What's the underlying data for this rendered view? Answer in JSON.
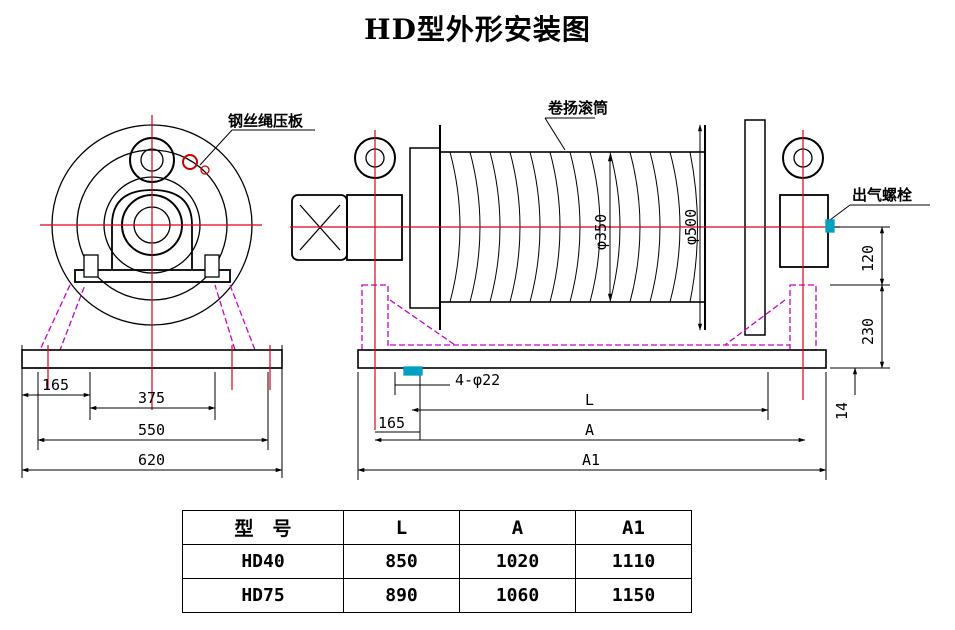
{
  "title": "HD型外形安装图",
  "labels": {
    "rope_plate": "钢丝绳压板",
    "drum": "卷扬滚筒",
    "vent_plug": "出气螺栓"
  },
  "dims": {
    "d165_left": "165",
    "d375": "375",
    "d550": "550",
    "d620": "620",
    "holes": "4-φ22",
    "L": "L",
    "A": "A",
    "A1": "A1",
    "d165_right": "165",
    "d14": "14",
    "d230": "230",
    "d120": "120",
    "phi350": "φ350",
    "phi500": "φ500"
  },
  "table": {
    "headers": [
      "型　号",
      "L",
      "A",
      "A1"
    ],
    "rows": [
      [
        "HD40",
        "850",
        "1020",
        "1110"
      ],
      [
        "HD75",
        "890",
        "1060",
        "1150"
      ]
    ]
  },
  "colors": {
    "line": "#000000",
    "centerline": "#e0001a",
    "hidden": "#cc00cc",
    "accent": "#00a0c0"
  }
}
